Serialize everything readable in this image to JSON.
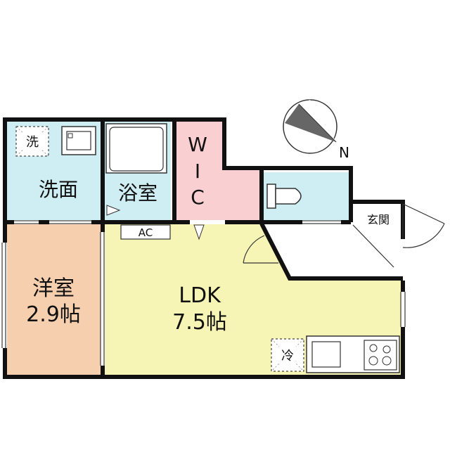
{
  "rooms": {
    "wash": {
      "label": "洗面"
    },
    "bath": {
      "label": "浴室"
    },
    "wic": {
      "label_w": "W",
      "label_i": "I",
      "label_c": "C"
    },
    "western": {
      "name": "洋室",
      "size": "2.9帖"
    },
    "ldk": {
      "name": "LDK",
      "size": "7.5帖"
    },
    "entrance": {
      "label": "玄関"
    }
  },
  "fixtures": {
    "washer_mark": "洗",
    "fridge_mark": "冷",
    "ac_label": "AC"
  },
  "compass": {
    "north_label": "N"
  },
  "colors": {
    "wall": "#111111",
    "wet_area": "#cfeef3",
    "wic": "#f9cfd2",
    "western": "#f6cfae",
    "ldk": "#f6f5b6",
    "entrance": "#ffffff"
  }
}
